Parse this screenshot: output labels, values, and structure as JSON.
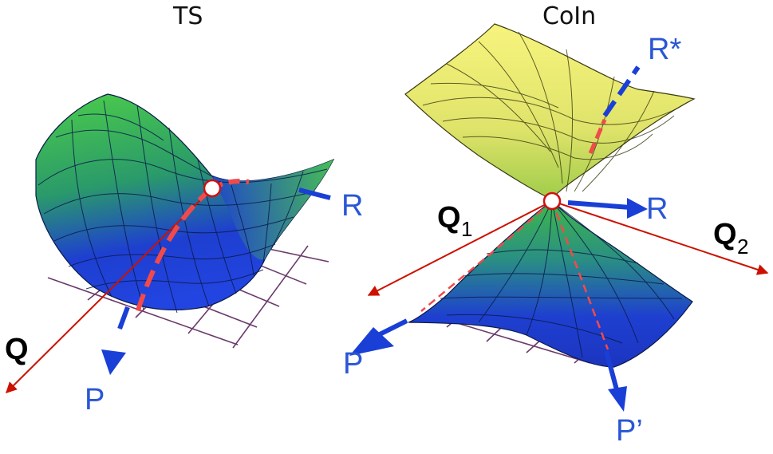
{
  "titles": {
    "left": "TS",
    "right": "CoIn"
  },
  "labels": {
    "ts_r": "R",
    "ts_p": "P",
    "ts_q": "Q",
    "coin_r_star": "R*",
    "coin_r": "R",
    "coin_p": "P",
    "coin_p_prime": "P’",
    "coin_q1_main": "Q",
    "coin_q1_sub": "1",
    "coin_q2_main": "Q",
    "coin_q2_sub": "2"
  },
  "colors": {
    "blue_path": "#1a3fd6",
    "red_path": "#f24a4a",
    "axis_red": "#cc1100",
    "grid_purple": "#6b3a6b",
    "label_blue": "#2a56d6",
    "surface_green": "#3cbf3c",
    "surface_blue": "#1f3fd1",
    "surface_yellow": "#f4f07a"
  }
}
